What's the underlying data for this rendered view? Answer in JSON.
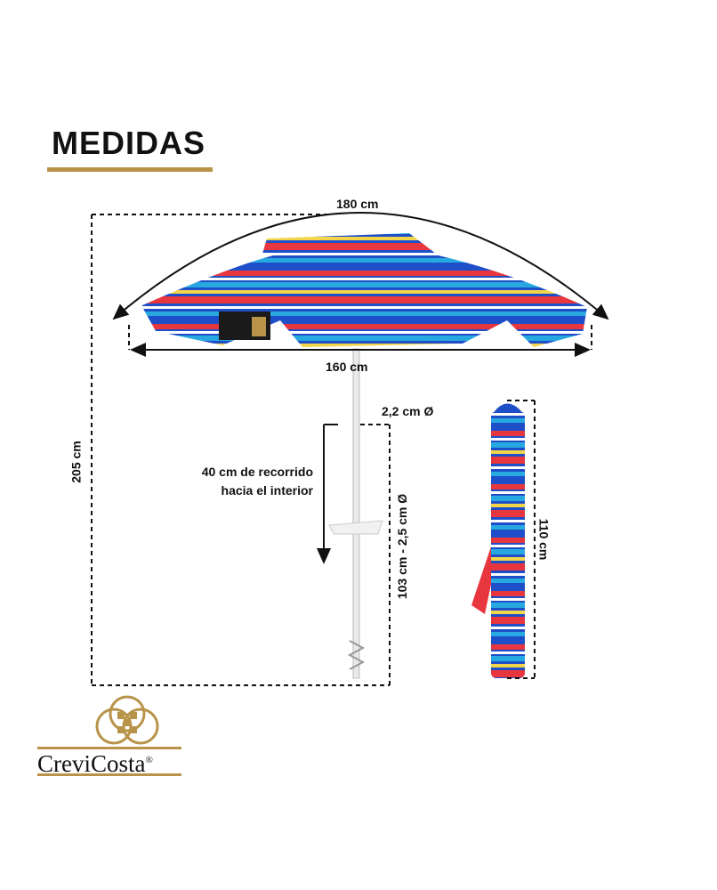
{
  "title": "MEDIDAS",
  "dimensions": {
    "arc_length": "180 cm",
    "diameter": "160 cm",
    "total_height": "205 cm",
    "pole_diameter": "2,2 cm Ø",
    "lower_pole": "103 cm - 2,5 cm Ø",
    "travel_line1": "40 cm de recorrido",
    "travel_line2": "hacia el interior",
    "bag_length": "110 cm"
  },
  "brand": {
    "name": "CreviCosta",
    "registered": "®"
  },
  "colors": {
    "gold": "#b8934a",
    "blue": "#1f4fc8",
    "red": "#e8363f",
    "cyan": "#27a8e0",
    "yellow": "#f3d54a"
  }
}
